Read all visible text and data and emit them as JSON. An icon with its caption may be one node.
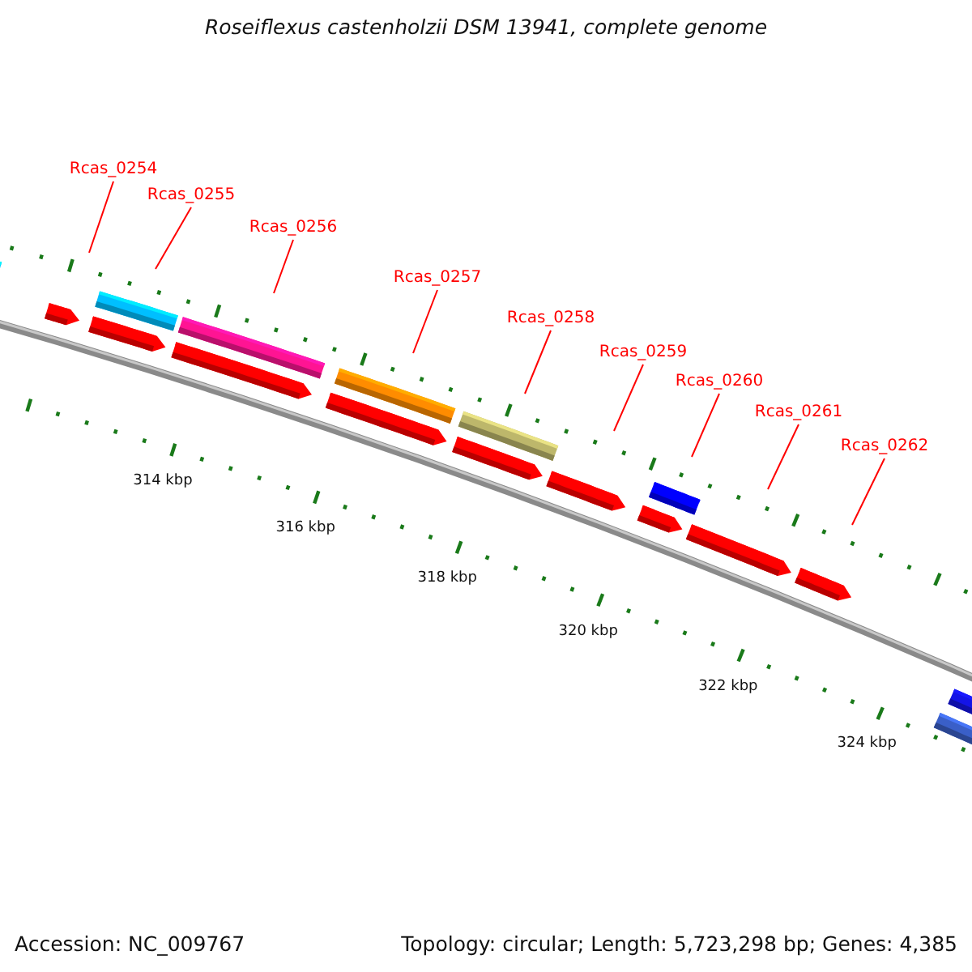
{
  "diagram": {
    "title": "Roseiflexus castenholzii DSM 13941, complete genome",
    "nodes": [
      {
        "text": [
          "Rcas_0254"
        ]
      },
      {
        "text": [
          "Rcas_0255"
        ]
      },
      {
        "text": [
          "Rcas_0256"
        ]
      },
      {
        "text": [
          "Rcas_0257"
        ]
      },
      {
        "text": [
          "Rcas_0258"
        ]
      },
      {
        "text": [
          "Rcas_0259"
        ]
      },
      {
        "text": [
          "Rcas_0260"
        ]
      },
      {
        "text": [
          "Rcas_0261"
        ]
      },
      {
        "text": [
          "Rcas_0262"
        ]
      }
    ],
    "edges": [
      {
        "from": 0,
        "to": null,
        "arrow": "none"
      },
      {
        "from": 1,
        "to": null,
        "arrow": "none"
      },
      {
        "from": 2,
        "to": null,
        "arrow": "none"
      },
      {
        "from": 3,
        "to": null,
        "arrow": "none"
      },
      {
        "from": 4,
        "to": null,
        "arrow": "none"
      },
      {
        "from": 5,
        "to": null,
        "arrow": "none"
      },
      {
        "from": 6,
        "to": null,
        "arrow": "none"
      },
      {
        "from": 7,
        "to": null,
        "arrow": "none"
      },
      {
        "from": 8,
        "to": null,
        "arrow": "none"
      }
    ],
    "labels": [
      "314 kbp",
      "316 kbp",
      "318 kbp",
      "320 kbp",
      "322 kbp",
      "324 kbp",
      "Accession: NC_009767",
      "Topology: circular; Length: 5,723,298 bp; Genes: 4,385"
    ]
  }
}
